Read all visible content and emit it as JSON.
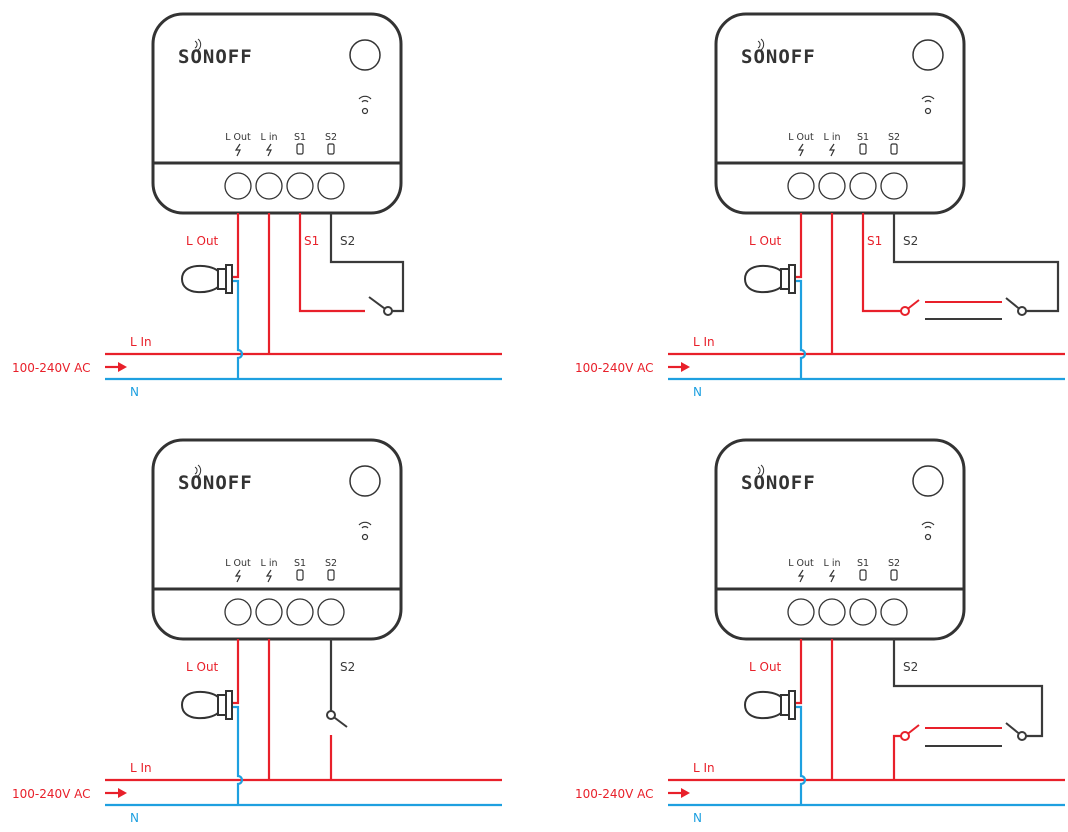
{
  "colors": {
    "live": "#e8202a",
    "neutral": "#1ea0e0",
    "switch_wire": "#3a3a3a",
    "device": "#333333"
  },
  "device": {
    "brand": "SONOFF",
    "terminals": [
      "L Out",
      "L in",
      "S1",
      "S2"
    ],
    "terminal_icons": [
      "lightning-icon",
      "lightning-icon",
      "switch-icon",
      "switch-icon"
    ]
  },
  "panels": [
    {
      "wires": {
        "l_out": "L Out",
        "s1": "S1",
        "s2": "S2",
        "l_in": "L In",
        "n": "N",
        "supply": "100-240V AC"
      }
    },
    {
      "wires": {
        "l_out": "L Out",
        "s1": "S1",
        "s2": "S2",
        "l_in": "L In",
        "n": "N",
        "supply": "100-240V AC"
      }
    },
    {
      "wires": {
        "l_out": "L Out",
        "s2": "S2",
        "l_in": "L In",
        "n": "N",
        "supply": "100-240V AC"
      }
    },
    {
      "wires": {
        "l_out": "L Out",
        "s2": "S2",
        "l_in": "L In",
        "n": "N",
        "supply": "100-240V AC"
      }
    }
  ]
}
